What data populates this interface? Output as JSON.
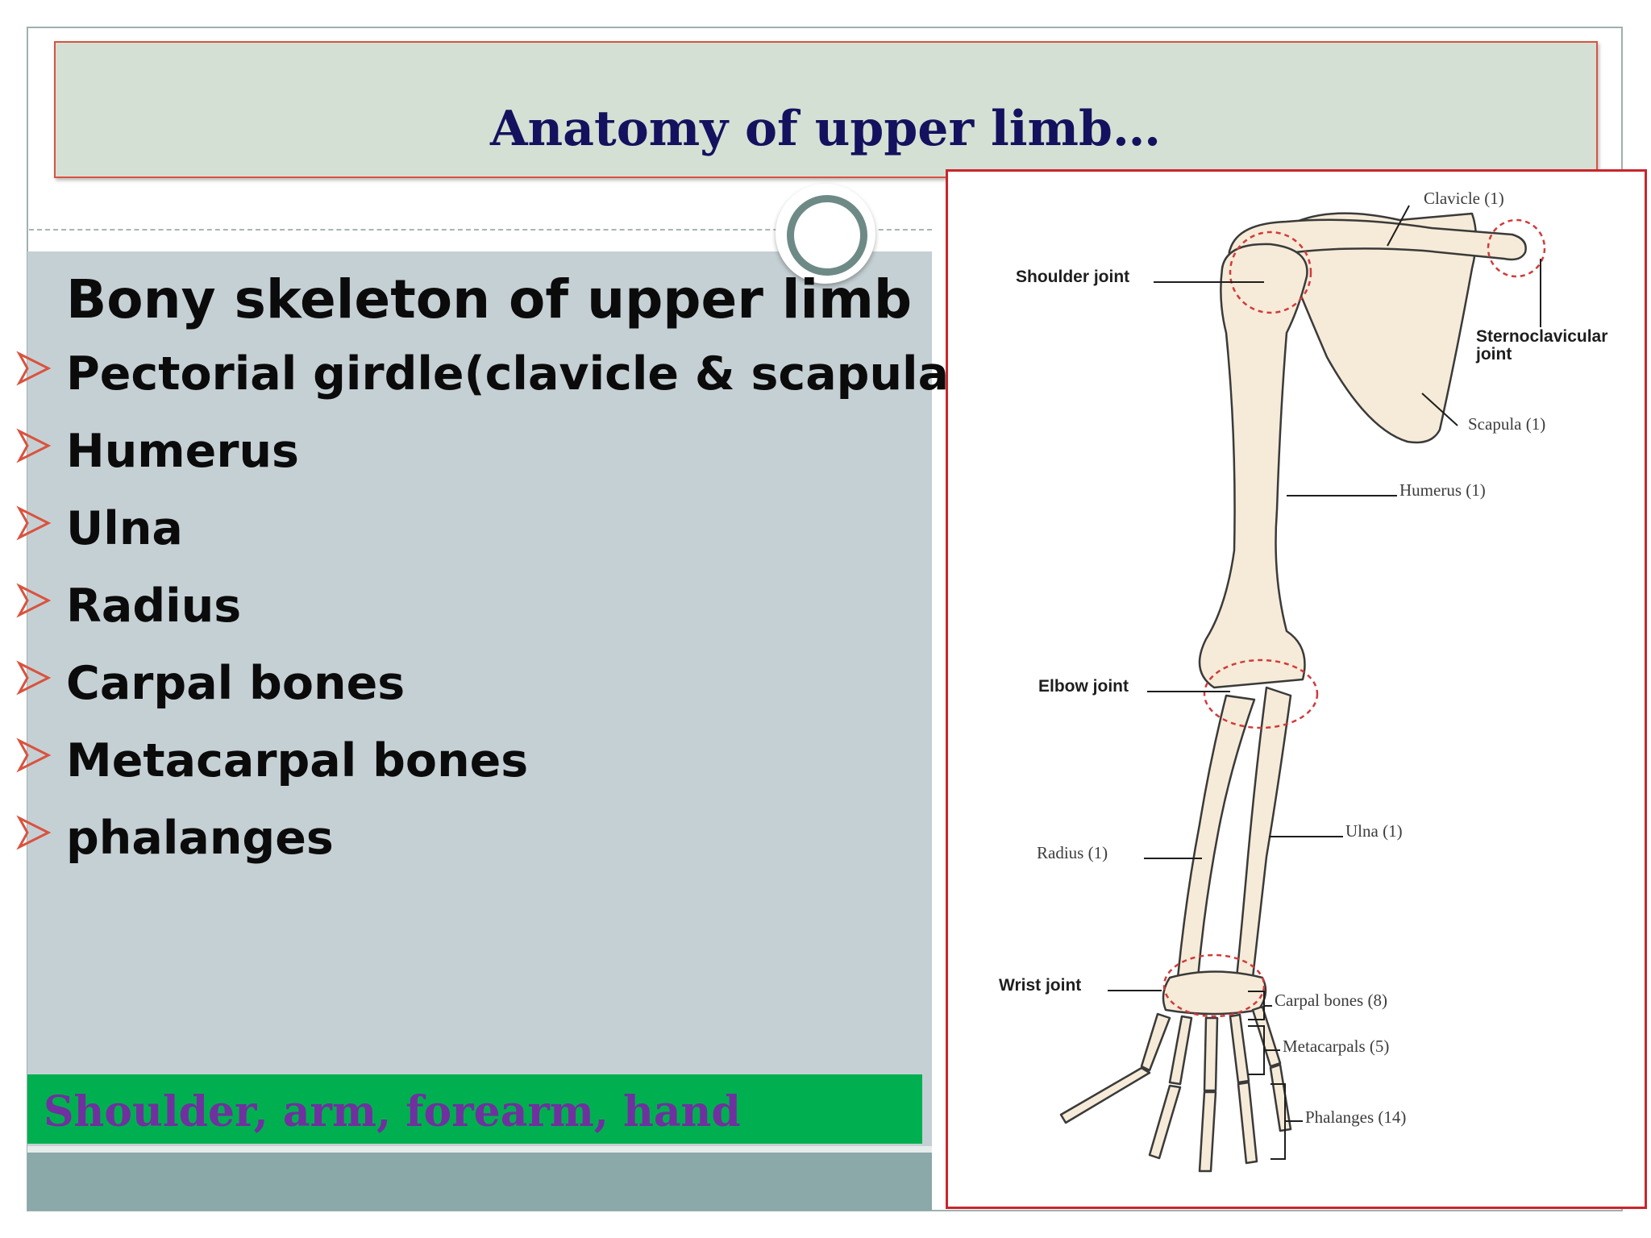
{
  "slide": {
    "title": "Anatomy of upper limb…",
    "caption": "Shoulder, arm, forearm, hand",
    "bullets": [
      {
        "text": "Bony skeleton of upper limb",
        "level": "main"
      },
      {
        "text": "Pectorial girdle(clavicle & scapula)",
        "level": "sub"
      },
      {
        "text": "Humerus",
        "level": "sub"
      },
      {
        "text": "Ulna",
        "level": "sub"
      },
      {
        "text": "Radius",
        "level": "sub"
      },
      {
        "text": "Carpal bones",
        "level": "sub"
      },
      {
        "text": "Metacarpal bones",
        "level": "sub"
      },
      {
        "text": "phalanges",
        "level": "sub"
      }
    ]
  },
  "diagram": {
    "labels": {
      "clavicle": "Clavicle (1)",
      "shoulder_joint": "Shoulder joint",
      "sternoclavicular_1": "Sternoclavicular",
      "sternoclavicular_2": "joint",
      "scapula": "Scapula (1)",
      "humerus": "Humerus (1)",
      "elbow_joint": "Elbow joint",
      "ulna": "Ulna (1)",
      "radius": "Radius (1)",
      "wrist_joint": "Wrist joint",
      "carpal_bones": "Carpal bones (8)",
      "metacarpals": "Metacarpals (5)",
      "phalanges": "Phalanges (14)"
    }
  },
  "colors": {
    "title_text": "#14125e",
    "title_box": "#d4e0d4",
    "accent_red": "#d9533f",
    "caption_bg": "#00b050",
    "caption_text": "#7030a0",
    "bone_fill": "#f6ebd8"
  },
  "icons": {
    "main_bullet": "round-dot-icon",
    "sub_bullet": "arrowhead-icon",
    "ornament": "ring-icon"
  }
}
